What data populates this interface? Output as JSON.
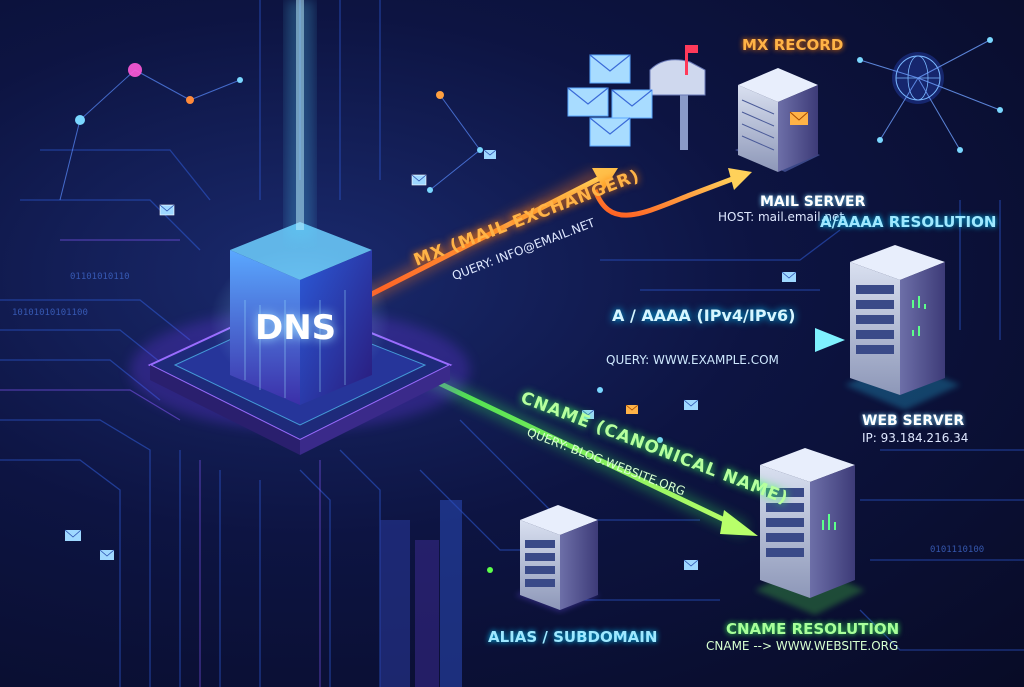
{
  "hub": {
    "label": "DNS"
  },
  "mx": {
    "record_title": "MX RECORD",
    "arrow_label": "MX (MAIL EXCHANGER)",
    "query": "QUERY: INFO@EMAIL.NET",
    "server_title": "MAIL SERVER",
    "server_host": "HOST: mail.email.net",
    "color": "#ff9a2e"
  },
  "a": {
    "resolution_title": "A/AAAA RESOLUTION",
    "arrow_label": "A / AAAA (IPv4/IPv6)",
    "query": "QUERY: WWW.EXAMPLE.COM",
    "server_title": "WEB SERVER",
    "server_ip": "IP: 93.184.216.34",
    "color": "#2fd6ff"
  },
  "cname": {
    "arrow_label": "CNAME (CANONICAL NAME)",
    "query": "QUERY: BLOG.WEBSITE.ORG",
    "resolution_title": "CNAME RESOLUTION",
    "resolution_detail": "CNAME --> WWW.WEBSITE.ORG",
    "alias_title": "ALIAS / SUBDOMAIN",
    "color": "#5cff4a"
  },
  "binary": [
    "01101010110",
    "10101010101100",
    "0101110100"
  ]
}
